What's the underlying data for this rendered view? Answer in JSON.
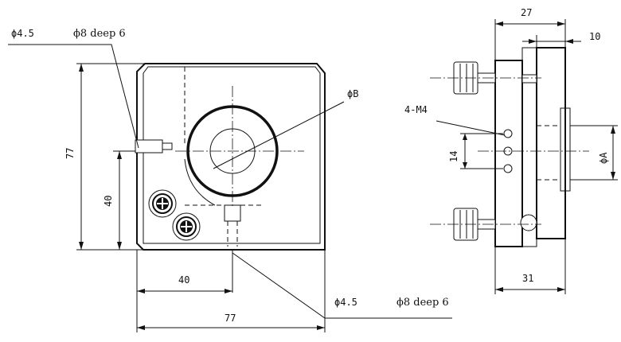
{
  "front_view": {
    "callout_top_hole": "ϕ4.5",
    "callout_top_cbore": "ϕ8 deep 6",
    "callout_bottom_hole": "ϕ4.5",
    "callout_bottom_cbore": "ϕ8 deep 6",
    "bore_label": "ϕB",
    "dim_height": "77",
    "dim_hole_height": "40",
    "dim_hole_width": "40",
    "dim_width": "77"
  },
  "side_view": {
    "dim_depth": "27",
    "dim_flange": "10",
    "thread_label": "4-M4",
    "dim_thread_pitch": "14",
    "dim_aperture": "ϕA",
    "dim_overall": "31"
  }
}
